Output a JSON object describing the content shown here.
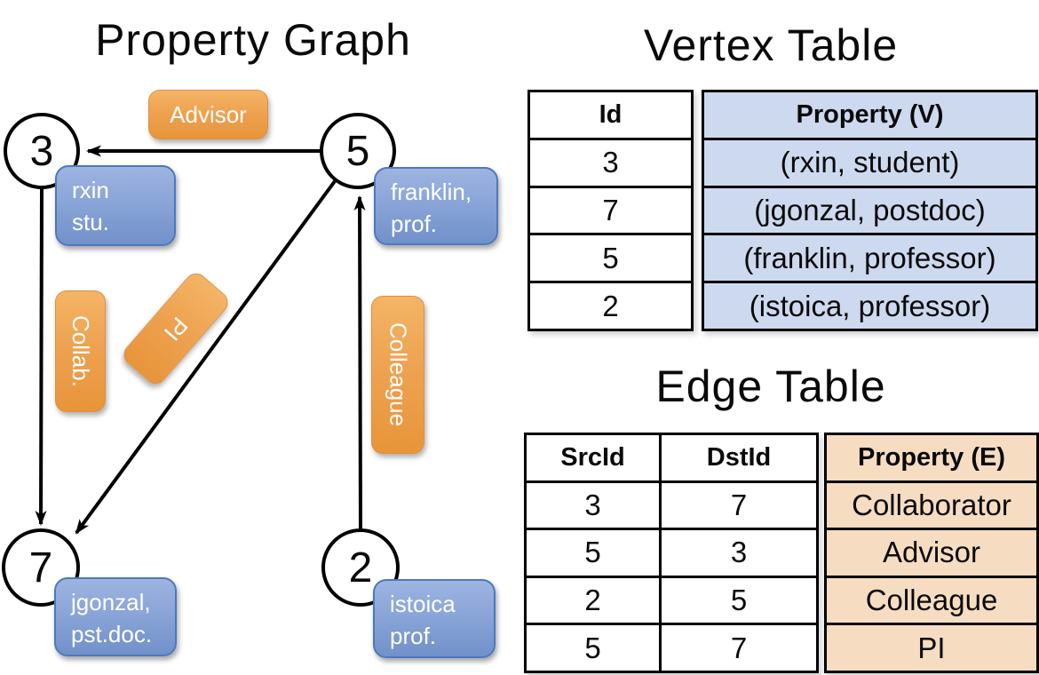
{
  "graph": {
    "title": "Property Graph",
    "nodes": [
      {
        "id": "3"
      },
      {
        "id": "5"
      },
      {
        "id": "7"
      },
      {
        "id": "2"
      }
    ],
    "vertex_properties": [
      {
        "line1": "rxin",
        "line2": "stu."
      },
      {
        "line1": "franklin,",
        "line2": "prof."
      },
      {
        "line1": "jgonzal,",
        "line2": "pst.doc."
      },
      {
        "line1": "istoica",
        "line2": "prof."
      }
    ],
    "edge_labels": [
      {
        "label": "Advisor"
      },
      {
        "label": "Collab."
      },
      {
        "label": "PI"
      },
      {
        "label": "Colleague"
      }
    ]
  },
  "vertex_table": {
    "title": "Vertex Table",
    "headers": {
      "id": "Id",
      "property": "Property (V)"
    },
    "rows": [
      [
        "3",
        "(rxin, student)"
      ],
      [
        "7",
        "(jgonzal, postdoc)"
      ],
      [
        "5",
        "(franklin, professor)"
      ],
      [
        "2",
        "(istoica, professor)"
      ]
    ]
  },
  "edge_table": {
    "title": "Edge Table",
    "headers": {
      "src": "SrcId",
      "dst": "DstId",
      "property": "Property (E)"
    },
    "rows": [
      [
        "3",
        "7",
        "Collaborator"
      ],
      [
        "5",
        "3",
        "Advisor"
      ],
      [
        "2",
        "5",
        "Colleague"
      ],
      [
        "5",
        "7",
        "PI"
      ]
    ]
  },
  "colors": {
    "edge_label_fill": "#eda14f",
    "vertex_property_fill": "#7e9ed3",
    "vertex_table_fill": "#cdd9ee",
    "edge_table_fill": "#f6ddc2",
    "line": "#000000"
  }
}
